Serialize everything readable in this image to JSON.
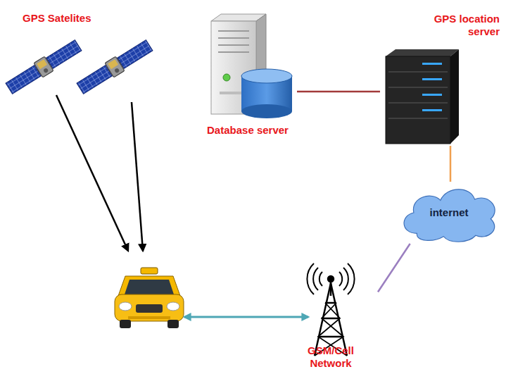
{
  "diagram": {
    "nodes": [
      {
        "text": [
          "GPS Satelites"
        ]
      },
      {
        "text": [
          "GPS location server"
        ]
      },
      {
        "text": [
          "Database server"
        ]
      },
      {
        "text": [
          "internet"
        ]
      },
      {
        "text": [
          "GSM/Cell Network"
        ]
      }
    ],
    "edges": [
      {
        "from": 2,
        "to": 1,
        "arrow": "none"
      },
      {
        "from": 1,
        "to": 3,
        "arrow": "none"
      },
      {
        "from": 3,
        "to": 4,
        "arrow": "none"
      }
    ]
  }
}
